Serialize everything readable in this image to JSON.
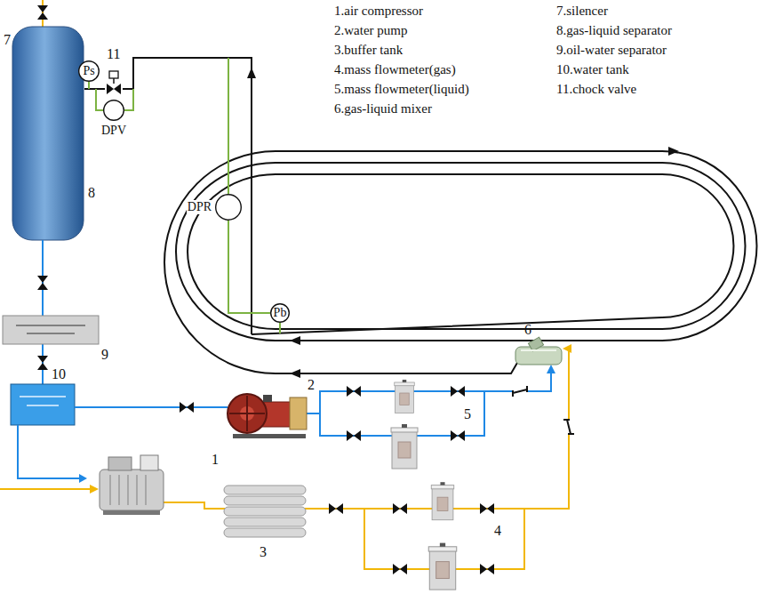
{
  "diagram": {
    "nodes": [
      {
        "text": [
          "Ps"
        ]
      },
      {
        "text": [
          "DPV"
        ]
      },
      {
        "text": [
          "DPR"
        ]
      },
      {
        "text": [
          "Pb"
        ]
      }
    ],
    "labels": [
      "1.air compressor",
      "2.water pump",
      "3.buffer tank",
      "4.mass flowmeter(gas)",
      "5.mass flowmeter(liquid)",
      "6.gas-liquid mixer",
      "7.silencer",
      "8.gas-liquid separator",
      "9.oil-water separator",
      "10.water tank",
      "11.chock valve",
      "1",
      "2",
      "3",
      "4",
      "5",
      "6",
      "7",
      "8",
      "9",
      "10",
      "11"
    ]
  }
}
